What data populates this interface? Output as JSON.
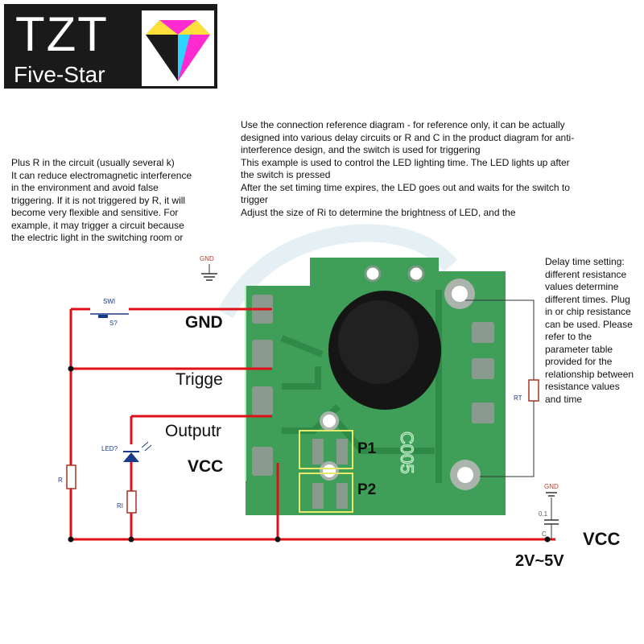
{
  "logo": {
    "line1": "TZT",
    "line2": "Five-Star",
    "gem_colors": [
      "#ff2bd1",
      "#ffe03a",
      "#2dd4ff",
      "#1a1a1a"
    ]
  },
  "top_text": "Use the connection reference diagram - for reference only, it can be actually designed into various delay circuits or R and C in the product diagram for anti-interference design, and the switch is used for triggering\nThis example is used to control the LED lighting time. The LED lights up after the switch is pressed\nAfter the set timing time expires, the LED goes out and waits for the switch to trigger\nAdjust the size of Ri to determine the brightness of LED, and the",
  "left_text": "Plus R in the circuit (usually several k)\nIt can reduce electromagnetic interference in the environment and avoid false triggering. If it is not triggered by R, it will become very flexible and sensitive. For example, it may trigger a circuit because the electric light in the switching room or",
  "right_text": "Delay time setting: different resistance values determine different times. Plug in or chip resistance can be used. Please refer to the parameter table provided for the relationship between resistance values and time",
  "pins": {
    "gnd": "GND",
    "trigger": "Trigge",
    "output": "Outputr",
    "vcc": "VCC"
  },
  "pads": {
    "p1": "P1",
    "p2": "P2"
  },
  "board_marking": "C005",
  "components": {
    "gnd_top": "GND",
    "switch_label": "SWI",
    "switch_ref": "S?",
    "led_label": "LED?",
    "resistor_r": "R",
    "resistor_ri": "RI",
    "resistor_rt": "RT",
    "gnd_right": "GND",
    "cap_value": "0.1",
    "cap_label": "C"
  },
  "vcc_label": "VCC",
  "voltage_range": "2V~5V",
  "colors": {
    "wire": "#e0101a",
    "pcb": "#3f9e58",
    "pcb_dark": "#2f8a48",
    "pad": "#8a9a8e",
    "component_text": "#1a3a8a",
    "highlight_box": "#e8e86a"
  }
}
